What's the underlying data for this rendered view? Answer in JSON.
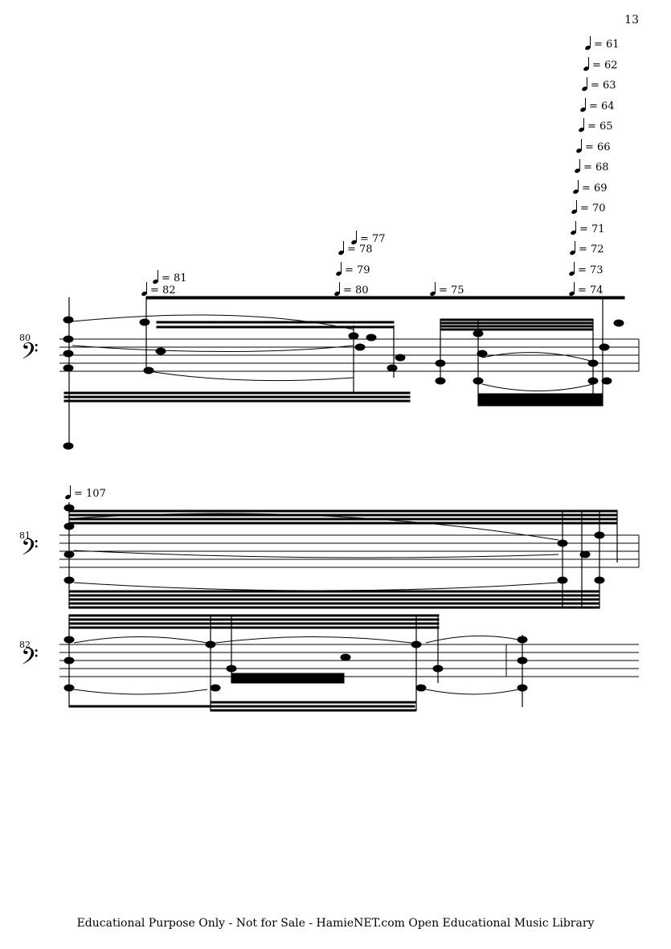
{
  "page_number": "13",
  "footer": "Educational Purpose Only - Not for Sale - HamieNET.com Open Educational Music Library",
  "systems": [
    {
      "measure": "80",
      "tempos": [
        "= 82",
        "= 81",
        "= 80",
        "= 79",
        "= 78",
        "= 77",
        "= 75",
        "= 74",
        "= 73",
        "= 72",
        "= 71",
        "= 70",
        "= 69",
        "= 68",
        "= 66",
        "= 65",
        "= 64",
        "= 63",
        "= 62",
        "= 61"
      ]
    },
    {
      "measure": "81",
      "tempos": [
        "= 107"
      ]
    },
    {
      "measure": "82",
      "tempos": []
    }
  ],
  "clef": "bass-clef-icon"
}
